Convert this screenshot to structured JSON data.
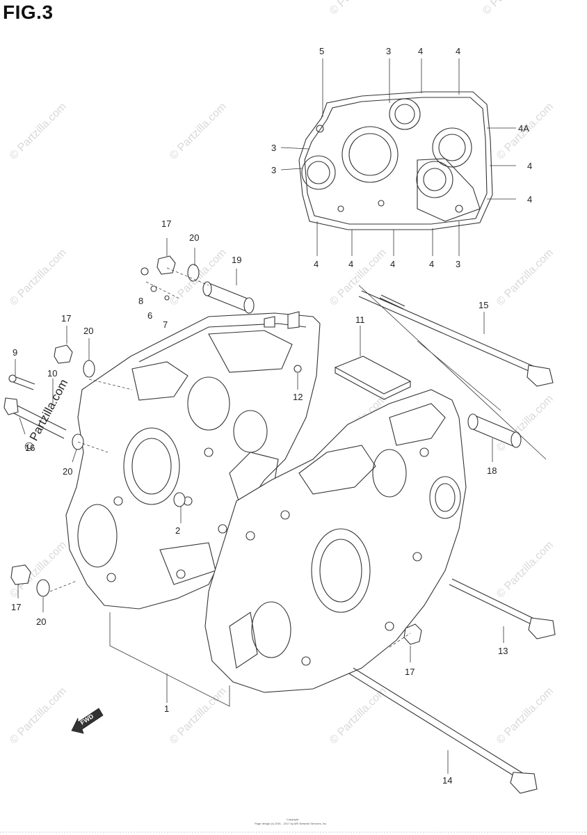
{
  "figure_title": "FIG.3",
  "watermark": "© Partzilla.com",
  "side_watermark": "© Partzilla.com",
  "forward_arrow_label": "FWD",
  "copyright_lines": [
    "Copyright",
    "Page design (c) 2001 - 2017 by ARI Network Services, Inc."
  ],
  "callouts": {
    "c5": "5",
    "c3a": "3",
    "c4a": "4",
    "c4b": "4",
    "c4A": "4A",
    "c4c": "4",
    "c4d": "4",
    "c3b": "3",
    "c3c": "3",
    "c4e": "4",
    "c4f": "4",
    "c4g": "4",
    "c4h": "4",
    "c3d": "3",
    "c17a": "17",
    "c20a": "20",
    "c19": "19",
    "c8": "8",
    "c6": "6",
    "c7": "7",
    "c17b": "17",
    "c20b": "20",
    "c9": "9",
    "c10": "10",
    "c16": "16",
    "c20c": "20",
    "c11": "11",
    "c12": "12",
    "c15": "15",
    "c18": "18",
    "c2": "2",
    "c17c": "17",
    "c20d": "20",
    "c13": "13",
    "c17d": "17",
    "c1": "1",
    "c14": "14"
  },
  "line_color": "#333333",
  "watermark_color": "#d9d9d9"
}
